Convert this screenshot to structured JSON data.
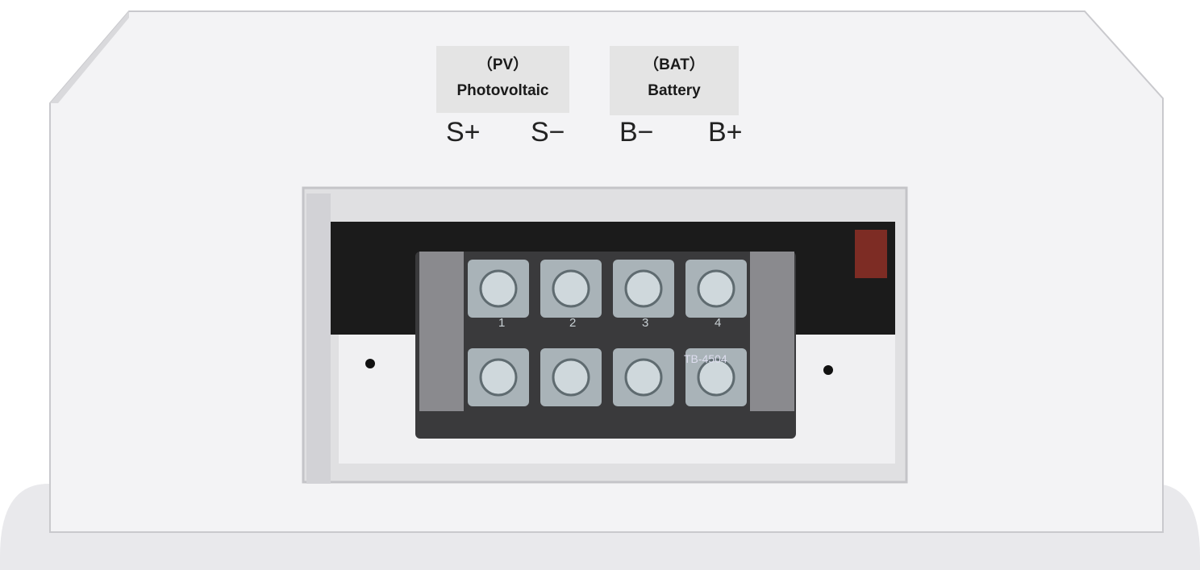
{
  "labels": {
    "pv": {
      "code": "（PV）",
      "name": "Photovoltaic"
    },
    "bat": {
      "code": "（BAT）",
      "name": "Battery"
    }
  },
  "terminals": [
    "S+",
    "S−",
    "B−",
    "B+"
  ],
  "terminal_block": {
    "numbers": [
      "1",
      "2",
      "3",
      "4"
    ],
    "model": "TB-4504"
  },
  "colors": {
    "enclosure": "#f2f2f4",
    "terminal_block": "#3a3a3c",
    "label_bg": "#e4e4e4"
  }
}
